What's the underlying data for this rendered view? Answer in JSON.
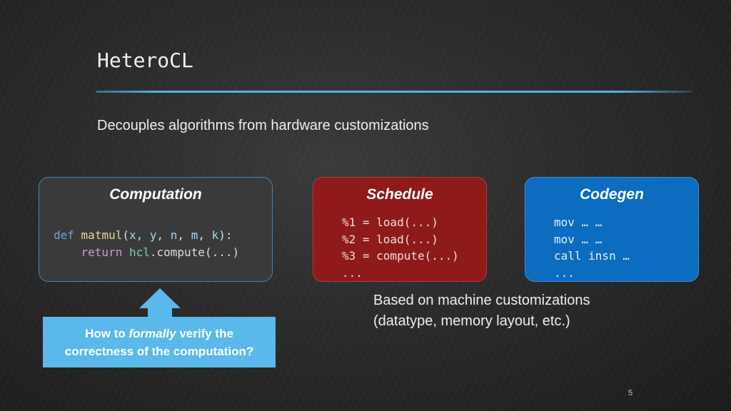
{
  "slide": {
    "title": "HeteroCL",
    "subtitle": "Decouples algorithms from hardware customizations",
    "page_number": "5"
  },
  "computation": {
    "heading": "Computation",
    "line1": {
      "kw": "def",
      "fn": "matmul",
      "open": "(",
      "a1": "x",
      "c1": ", ",
      "a2": "y",
      "c2": ", ",
      "a3": "n",
      "c3": ", ",
      "a4": "m",
      "c4": ", ",
      "a5": "k",
      "close": "):"
    },
    "line2": {
      "indent": "    ",
      "ret": "return",
      "space": " ",
      "mod": "hcl",
      "rest": ".compute(...)"
    }
  },
  "schedule": {
    "heading": "Schedule",
    "lines": [
      "%1 = load(...)",
      "%2 = load(...)",
      "%3 = compute(...)",
      "..."
    ]
  },
  "codegen": {
    "heading": "Codegen",
    "lines": [
      "mov … …",
      "mov … …",
      "call insn …",
      "..."
    ]
  },
  "note": {
    "line1": "Based on machine customizations",
    "line2": "(datatype, memory layout, etc.)"
  },
  "callout": {
    "pre": "How to ",
    "emph": "formally",
    "post": " verify the",
    "line2": "correctness of the computation?"
  },
  "colors": {
    "accent": "#4fb2e6",
    "callout": "#5bb8ea",
    "schedule_box": "#8e1a1a",
    "codegen_box": "#0b6cc0",
    "computation_box": "#3a3a3a"
  }
}
